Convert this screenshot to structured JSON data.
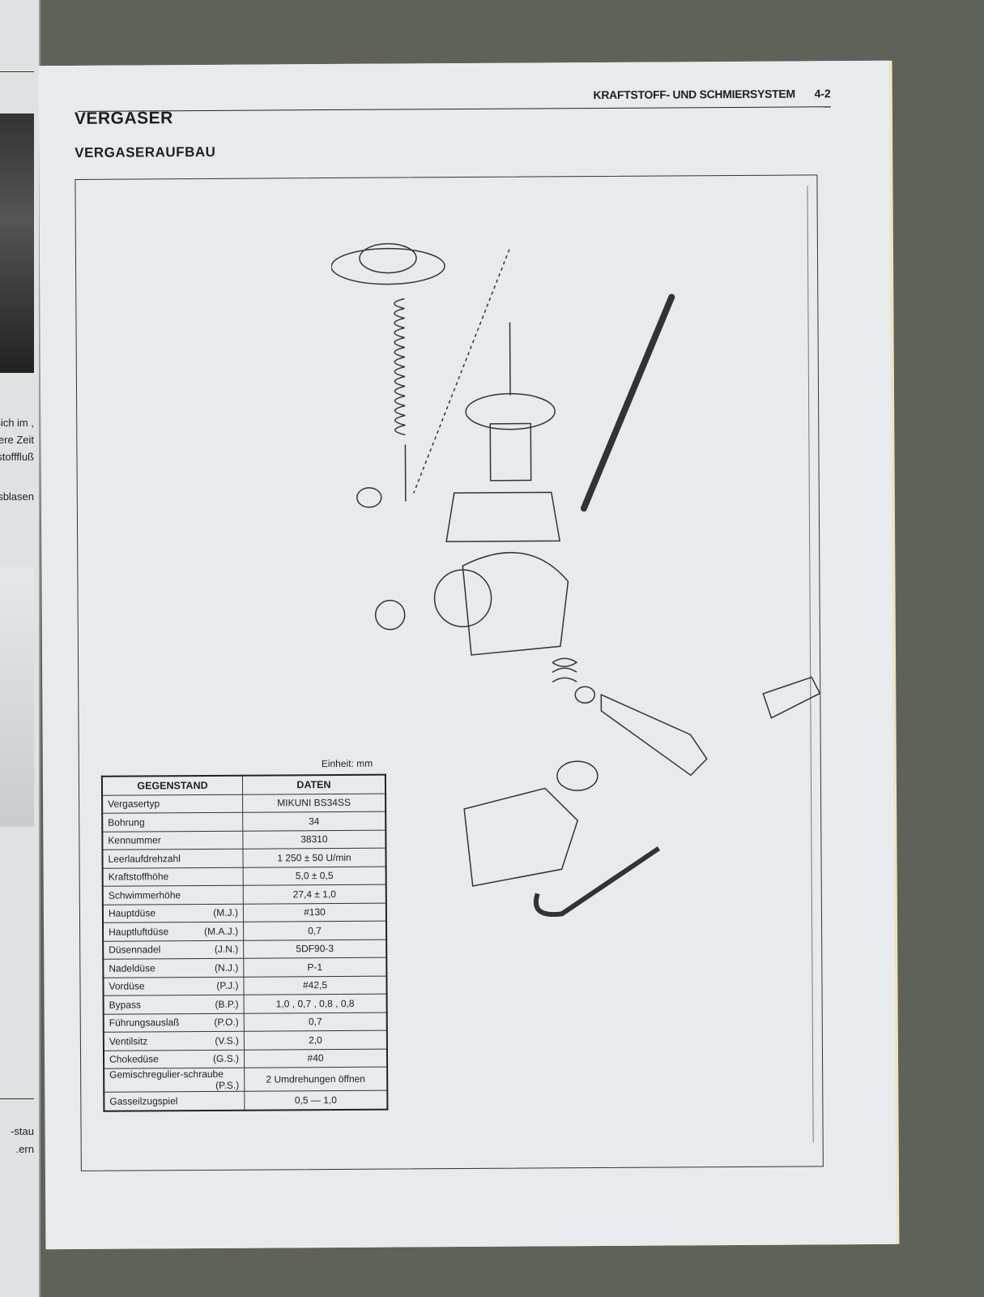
{
  "left_page": {
    "fragments": [
      ", sich im",
      "gere Zeit",
      "stofffluß",
      "sblasen.",
      "stau-",
      "ern."
    ]
  },
  "header": {
    "section": "KRAFTSTOFF- UND SCHMIERSYSTEM",
    "page": "4-2"
  },
  "title": "VERGASER",
  "subtitle": "VERGASERAUFBAU",
  "unit_label": "Einheit: mm",
  "table": {
    "headers": [
      "GEGENSTAND",
      "DATEN"
    ],
    "rows": [
      {
        "item": "Vergasertyp",
        "abbr": "",
        "value": "MIKUNI BS34SS"
      },
      {
        "item": "Bohrung",
        "abbr": "",
        "value": "34"
      },
      {
        "item": "Kennummer",
        "abbr": "",
        "value": "38310"
      },
      {
        "item": "Leerlaufdrehzahl",
        "abbr": "",
        "value": "1 250 ± 50 U/min"
      },
      {
        "item": "Kraftstoffhöhe",
        "abbr": "",
        "value": "5,0 ± 0,5"
      },
      {
        "item": "Schwimmerhöhe",
        "abbr": "",
        "value": "27,4 ± 1,0"
      },
      {
        "item": "Hauptdüse",
        "abbr": "(M.J.)",
        "value": "#130"
      },
      {
        "item": "Hauptluftdüse",
        "abbr": "(M.A.J.)",
        "value": "0,7"
      },
      {
        "item": "Düsennadel",
        "abbr": "(J.N.)",
        "value": "5DF90-3"
      },
      {
        "item": "Nadeldüse",
        "abbr": "(N.J.)",
        "value": "P-1"
      },
      {
        "item": "Vordüse",
        "abbr": "(P.J.)",
        "value": "#42,5"
      },
      {
        "item": "Bypass",
        "abbr": "(B.P.)",
        "value": "1,0 , 0,7 , 0,8 , 0,8"
      },
      {
        "item": "Führungsauslaß",
        "abbr": "(P.O.)",
        "value": "0,7"
      },
      {
        "item": "Ventilsitz",
        "abbr": "(V.S.)",
        "value": "2,0"
      },
      {
        "item": "Chokedüse",
        "abbr": "(G.S.)",
        "value": "#40"
      },
      {
        "item": "Gemischregulier-schraube",
        "abbr": "(P.S.)",
        "value": "2 Umdrehungen öffnen"
      },
      {
        "item": "Gasseilzugspiel",
        "abbr": "",
        "value": "0,5 — 1,0"
      }
    ]
  }
}
